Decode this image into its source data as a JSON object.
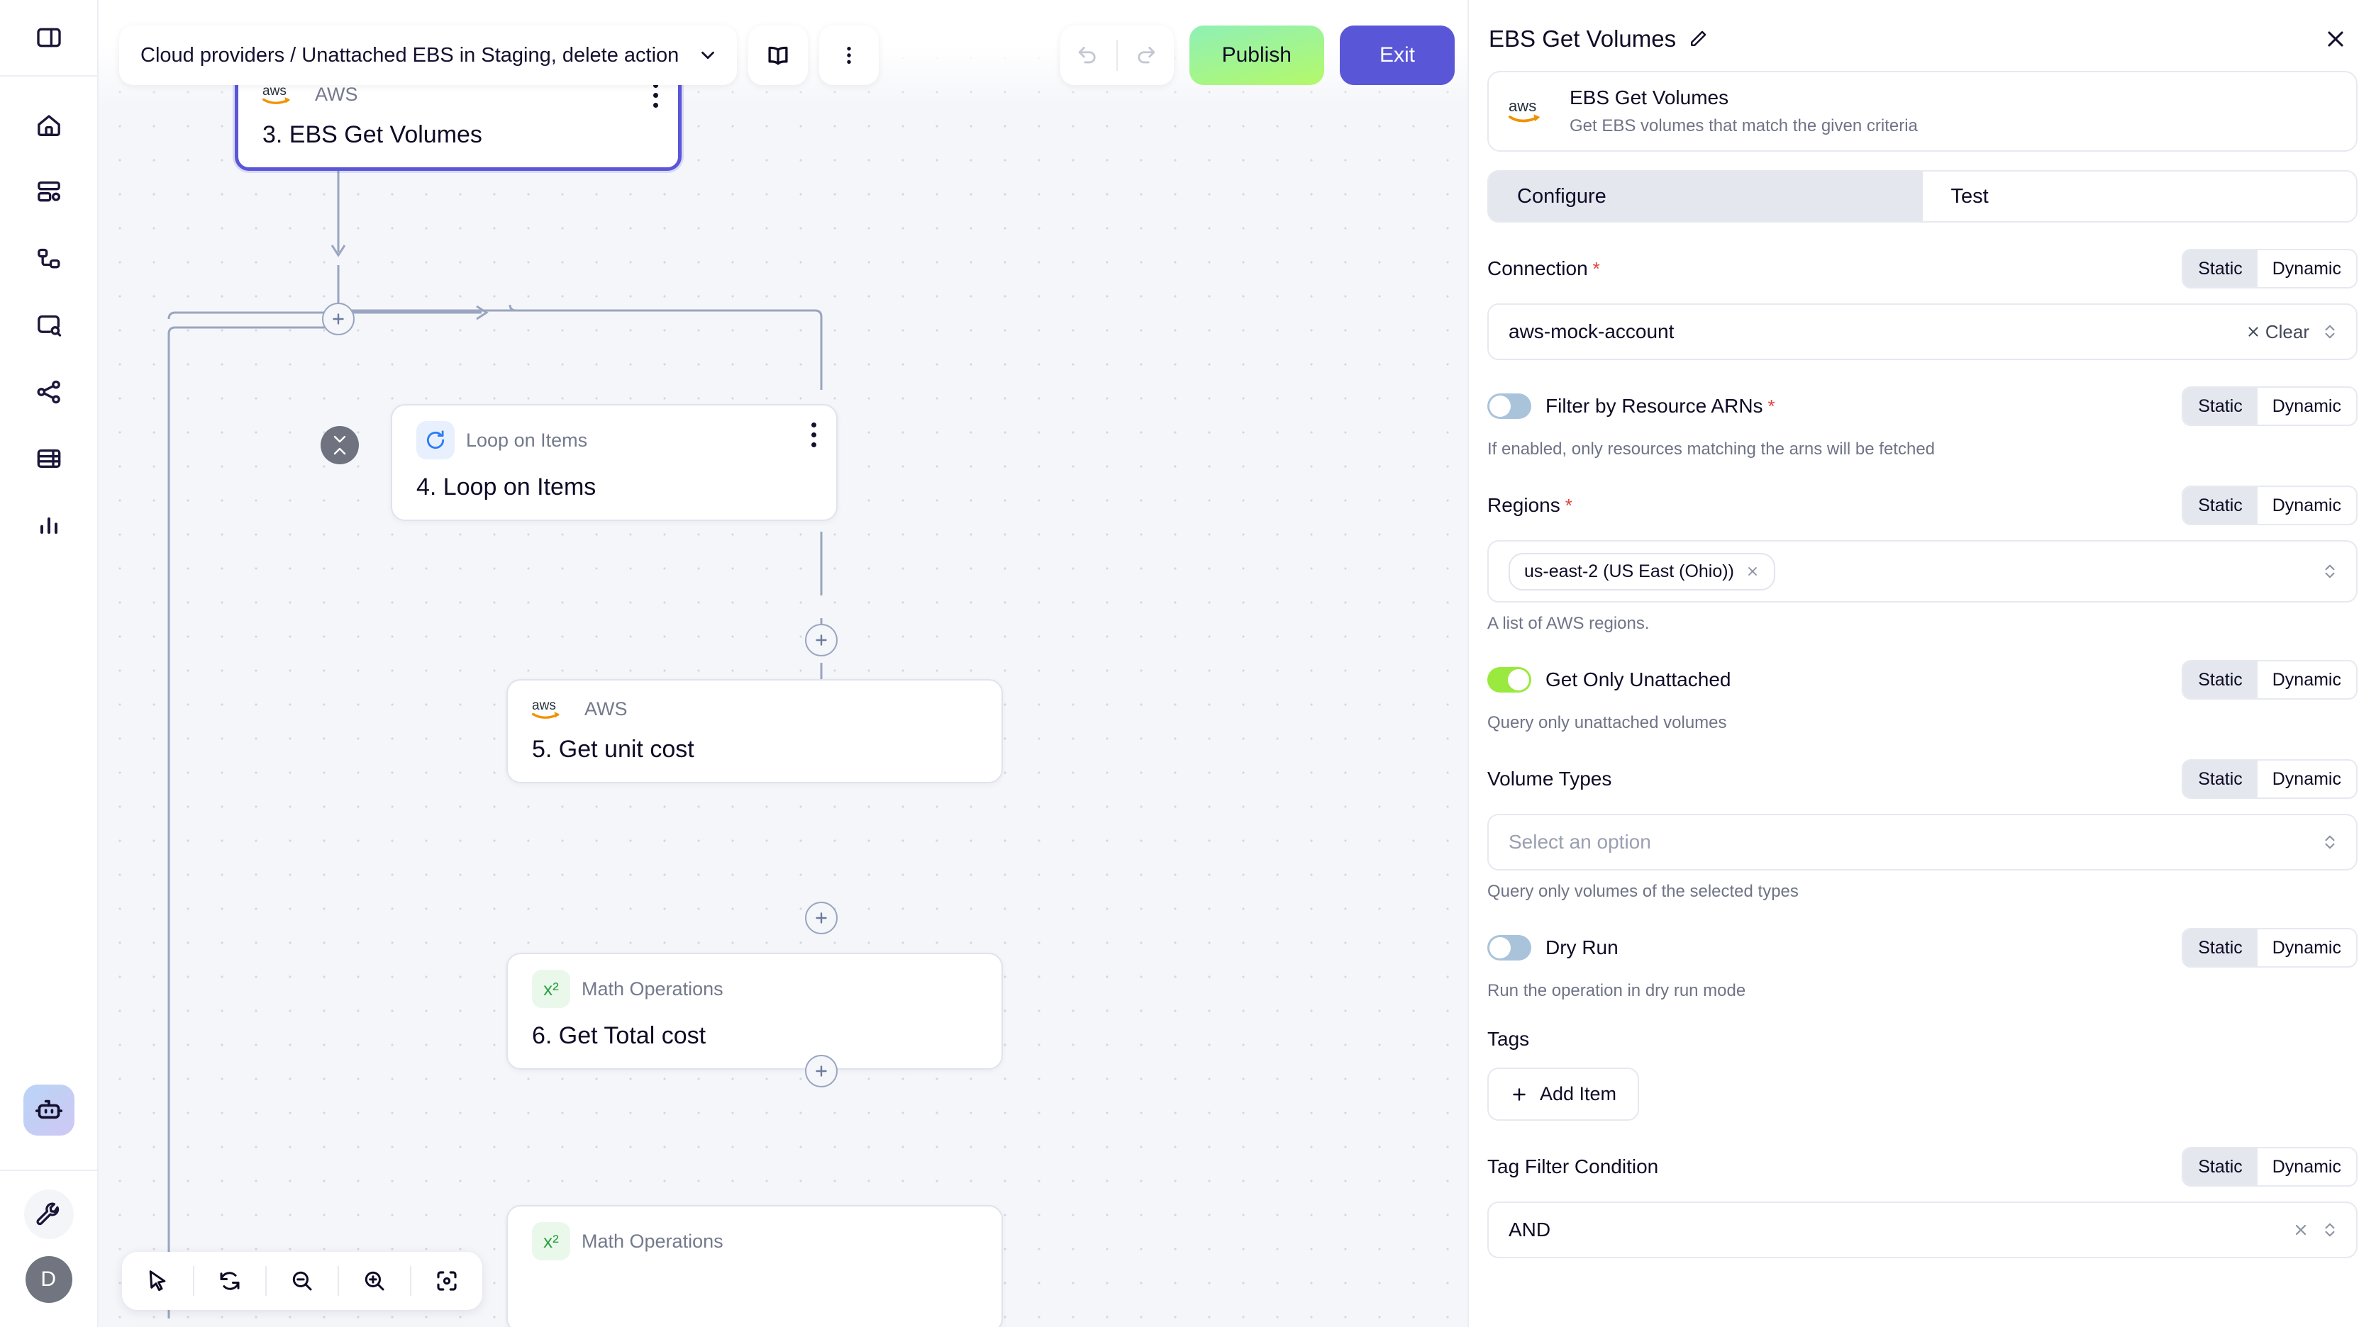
{
  "rail": {
    "items": [
      {
        "name": "panel-toggle",
        "icon": "sidebar-toggle-icon"
      },
      {
        "name": "home",
        "icon": "home-icon"
      },
      {
        "name": "dashboards",
        "icon": "dashboard-settings-icon"
      },
      {
        "name": "workflows",
        "icon": "nodes-icon"
      },
      {
        "name": "search",
        "icon": "message-search-icon"
      },
      {
        "name": "integrations",
        "icon": "share-icon"
      },
      {
        "name": "tables",
        "icon": "table-icon"
      },
      {
        "name": "analytics",
        "icon": "bar-chart-icon"
      }
    ],
    "agent_icon": "robot-icon",
    "tools_icon": "wrench-icon",
    "avatar_initial": "D"
  },
  "topbar": {
    "breadcrumb": "Cloud providers / Unattached EBS in Staging, delete action",
    "breadcrumb_caret_icon": "chevron-down-icon",
    "docs_icon": "book-icon",
    "more_icon": "more-vertical-icon",
    "undo_icon": "undo-icon",
    "redo_icon": "redo-icon",
    "publish_label": "Publish",
    "exit_label": "Exit",
    "publish_color": "#b4f96a",
    "exit_color": "#5a56d8"
  },
  "canvas": {
    "nodes": [
      {
        "kind": "AWS",
        "kind_icon": "aws-logo",
        "title": "3. EBS Get Volumes",
        "selected": true
      },
      {
        "kind": "Loop on Items",
        "kind_icon": "loop-icon",
        "title": "4. Loop on Items",
        "selected": false
      },
      {
        "kind": "AWS",
        "kind_icon": "aws-logo",
        "title": "5. Get unit cost",
        "selected": false
      },
      {
        "kind": "Math Operations",
        "kind_icon": "math-icon",
        "title": "6. Get Total cost",
        "selected": false
      },
      {
        "kind": "Math Operations",
        "kind_icon": "math-icon",
        "title": "",
        "selected": false
      }
    ],
    "add_node_label": "+",
    "toolbar": [
      {
        "name": "select-tool",
        "icon": "cursor-icon"
      },
      {
        "name": "reset-tool",
        "icon": "refresh-icon"
      },
      {
        "name": "zoom-out",
        "icon": "zoom-out-icon"
      },
      {
        "name": "zoom-in",
        "icon": "zoom-in-icon"
      },
      {
        "name": "fit-view",
        "icon": "fit-view-icon"
      }
    ]
  },
  "panel": {
    "title": "EBS Get Volumes",
    "edit_icon": "pencil-icon",
    "close_icon": "close-icon",
    "meta": {
      "provider_icon": "aws-logo",
      "name": "EBS Get Volumes",
      "description": "Get EBS volumes that match the given criteria"
    },
    "tabs": [
      {
        "label": "Configure",
        "active": true
      },
      {
        "label": "Test",
        "active": false
      }
    ],
    "mode_static": "Static",
    "mode_dynamic": "Dynamic",
    "fields": [
      {
        "id": "connection",
        "type": "select",
        "label": "Connection",
        "required": true,
        "mode": "Static",
        "value": "aws-mock-account",
        "clear_label": "Clear",
        "hint": ""
      },
      {
        "id": "filter_by_resource_arns",
        "type": "toggle",
        "label": "Filter by Resource ARNs",
        "required": true,
        "mode": "Static",
        "on": false,
        "hint": "If enabled, only resources matching the arns will be fetched"
      },
      {
        "id": "regions",
        "type": "multiselect",
        "label": "Regions",
        "required": true,
        "mode": "Static",
        "chips": [
          "us-east-2 (US East (Ohio))"
        ],
        "hint": "A list of AWS regions."
      },
      {
        "id": "get_only_unattached",
        "type": "toggle",
        "label": "Get Only Unattached",
        "required": false,
        "mode": "Static",
        "on": true,
        "hint": "Query only unattached volumes"
      },
      {
        "id": "volume_types",
        "type": "select",
        "label": "Volume Types",
        "required": false,
        "mode": "Static",
        "placeholder": "Select an option",
        "hint": "Query only volumes of the selected types"
      },
      {
        "id": "dry_run",
        "type": "toggle",
        "label": "Dry Run",
        "required": false,
        "mode": "Static",
        "on": false,
        "hint": "Run the operation in dry run mode"
      },
      {
        "id": "tags",
        "type": "list",
        "label": "Tags",
        "required": false,
        "add_label": "Add Item",
        "add_icon": "plus-icon",
        "hint": ""
      },
      {
        "id": "tag_filter_condition",
        "type": "select",
        "label": "Tag Filter Condition",
        "required": false,
        "mode": "Static",
        "value": "AND",
        "hint": ""
      }
    ]
  }
}
